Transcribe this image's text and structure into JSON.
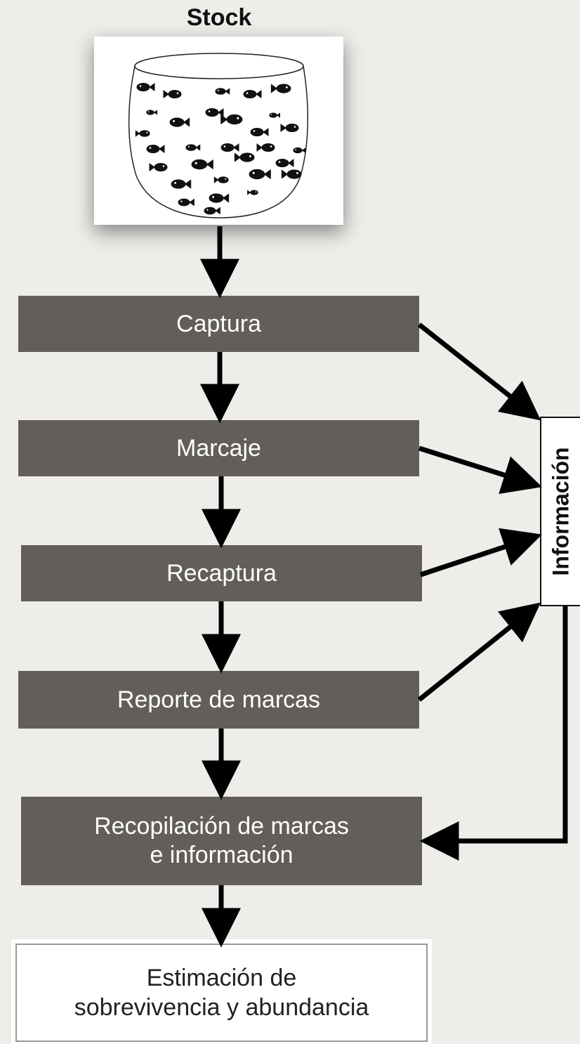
{
  "stock": {
    "title": "Stock"
  },
  "steps": [
    "Captura",
    "Marcaje",
    "Recaptura",
    "Reporte de marcas",
    "Recopilación de marcas\ne información"
  ],
  "result": "Estimación de\nsobrevivencia y abundancia",
  "info": {
    "label": "Información"
  }
}
